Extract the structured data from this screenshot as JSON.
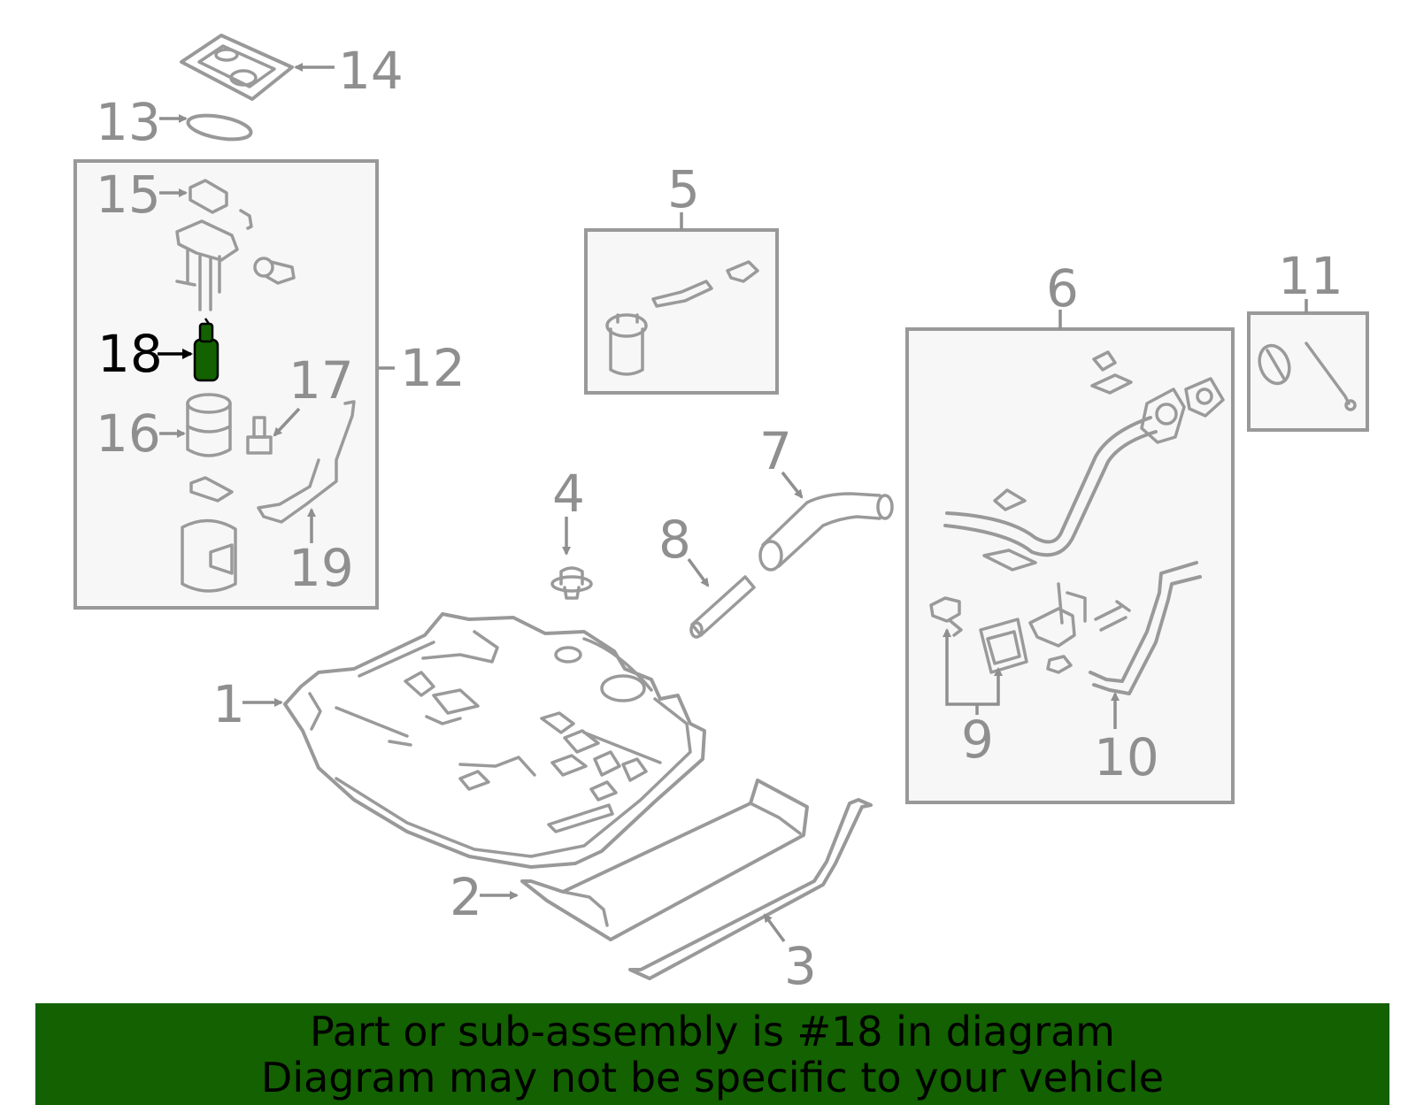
{
  "labels": {
    "l1": "1",
    "l2": "2",
    "l3": "3",
    "l4": "4",
    "l5": "5",
    "l6": "6",
    "l7": "7",
    "l8": "8",
    "l9": "9",
    "l10": "10",
    "l11": "11",
    "l12": "12",
    "l13": "13",
    "l14": "14",
    "l15": "15",
    "l16": "16",
    "l17": "17",
    "l18": "18",
    "l19": "19"
  },
  "highlight_part": "18",
  "colors": {
    "outline": "#999999",
    "highlight": "#136100",
    "banner_bg": "#136100"
  },
  "banner": {
    "line1": "Part or sub-assembly is #18 in diagram",
    "line2": "Diagram may not be specific to your vehicle"
  }
}
